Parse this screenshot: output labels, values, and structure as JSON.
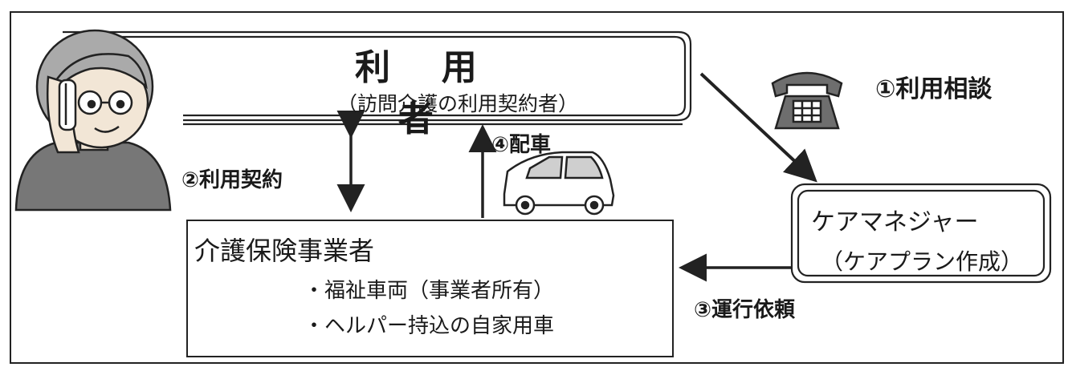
{
  "diagram": {
    "user": {
      "title": "利 用 者",
      "subtitle": "（訪問介護の利用契約者）"
    },
    "care_manager": {
      "title": "ケアマネジャー",
      "subtitle": "（ケアプラン作成）"
    },
    "provider": {
      "title": "介護保険事業者",
      "items": [
        "・福祉車両（事業者所有）",
        "・ヘルパー持込の自家用車"
      ]
    },
    "steps": {
      "step1": "①利用相談",
      "step2": "②利用契約",
      "step3": "③運行依頼",
      "step4": "④配車"
    },
    "icons": [
      "person-on-phone-icon",
      "telephone-icon",
      "car-icon"
    ],
    "colors": {
      "line": "#222222",
      "skin": "#f2e6d6",
      "hair": "#aaaaaa",
      "sweater": "#777777",
      "phone": "#6e6e6e",
      "car_window": "#cfcfcf"
    }
  }
}
